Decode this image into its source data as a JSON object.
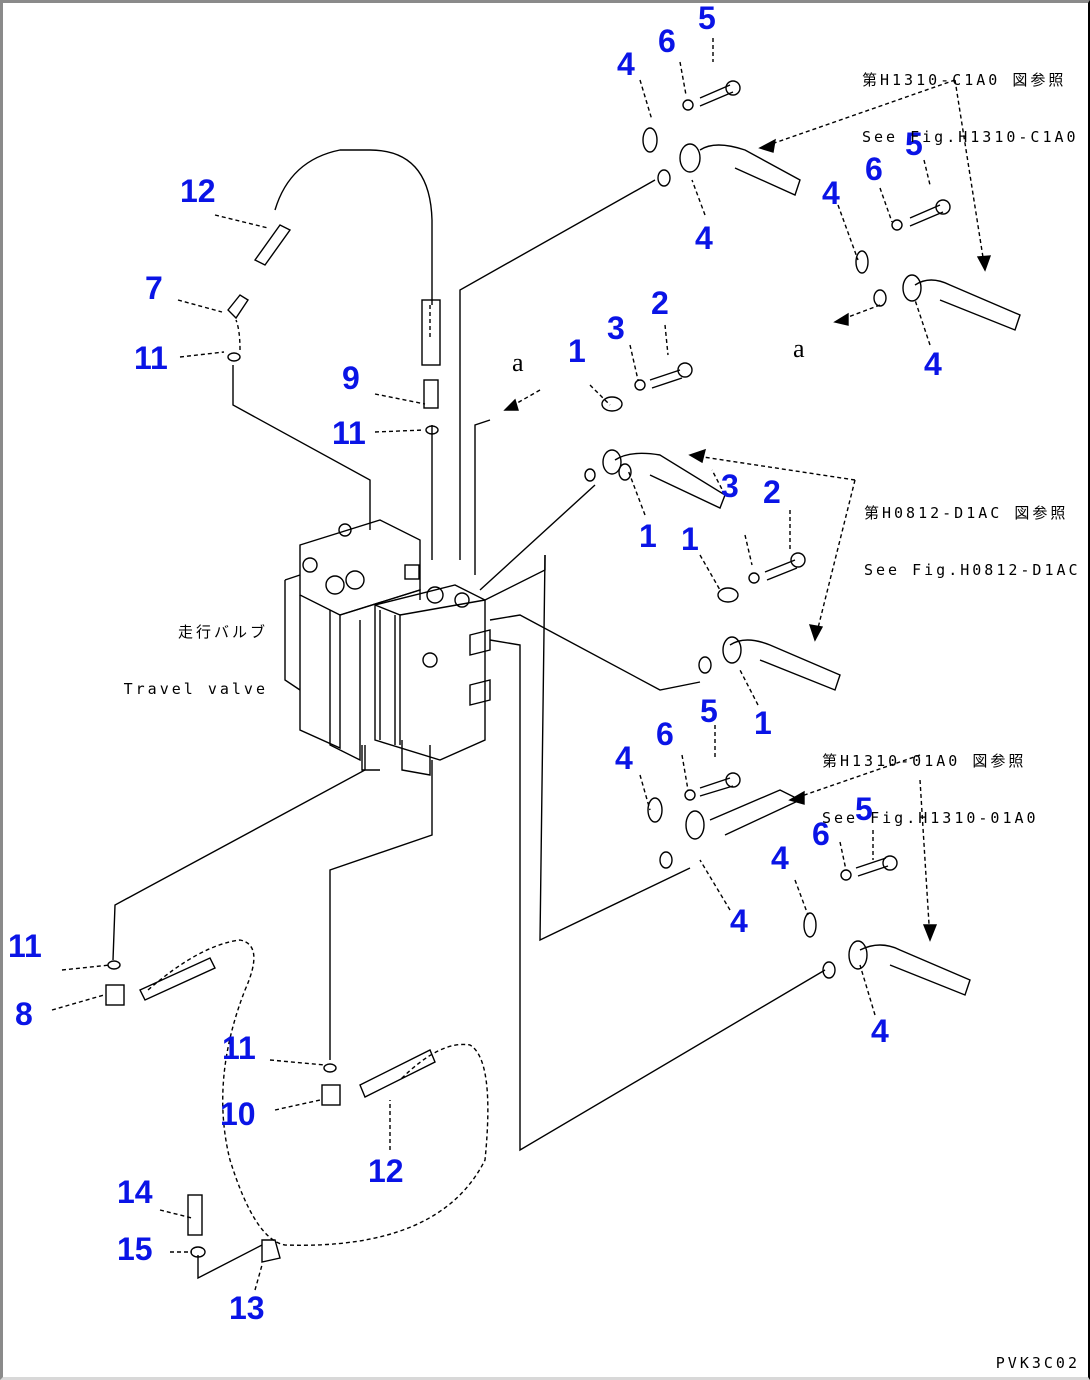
{
  "drawing": {
    "code": "PVK3C02",
    "component_label": {
      "jp": "走行バルブ",
      "en": "Travel valve"
    },
    "references": [
      {
        "jp": "第H1310-C1A0 図参照",
        "en": "See Fig.H1310-C1A0"
      },
      {
        "jp": "第H0812-D1AC 図参照",
        "en": "See Fig.H0812-D1AC"
      },
      {
        "jp": "第H1310-01A0 図参照",
        "en": "See Fig.H1310-01A0"
      }
    ],
    "view_markers": [
      "a",
      "a"
    ],
    "label_color": "#0a14e6",
    "part_labels": [
      {
        "num": "5"
      },
      {
        "num": "6"
      },
      {
        "num": "4"
      },
      {
        "num": "4"
      },
      {
        "num": "5"
      },
      {
        "num": "6"
      },
      {
        "num": "4"
      },
      {
        "num": "4"
      },
      {
        "num": "12"
      },
      {
        "num": "7"
      },
      {
        "num": "11"
      },
      {
        "num": "9"
      },
      {
        "num": "11"
      },
      {
        "num": "1"
      },
      {
        "num": "3"
      },
      {
        "num": "2"
      },
      {
        "num": "1"
      },
      {
        "num": "3"
      },
      {
        "num": "2"
      },
      {
        "num": "1"
      },
      {
        "num": "1"
      },
      {
        "num": "6"
      },
      {
        "num": "5"
      },
      {
        "num": "4"
      },
      {
        "num": "4"
      },
      {
        "num": "5"
      },
      {
        "num": "6"
      },
      {
        "num": "4"
      },
      {
        "num": "4"
      },
      {
        "num": "11"
      },
      {
        "num": "8"
      },
      {
        "num": "11"
      },
      {
        "num": "10"
      },
      {
        "num": "12"
      },
      {
        "num": "14"
      },
      {
        "num": "15"
      },
      {
        "num": "13"
      }
    ]
  }
}
